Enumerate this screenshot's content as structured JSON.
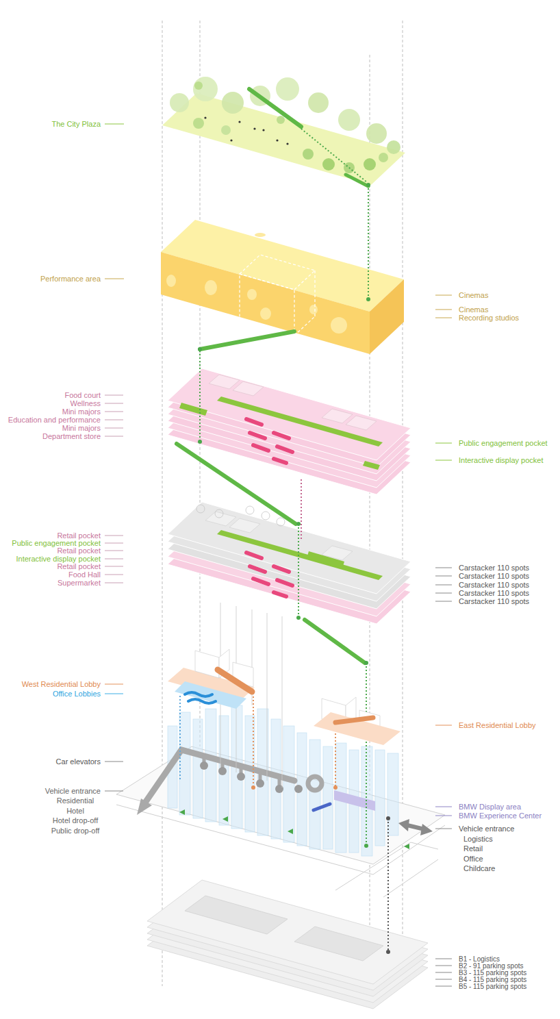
{
  "diagram": {
    "labels": [
      "The City Plaza",
      "Performance area",
      "Cinemas",
      "Cinemas",
      "Recording studios",
      "Food court",
      "Wellness",
      "Mini majors",
      "Education and performance",
      "Mini majors",
      "Department store",
      "Public engagement pocket",
      "Interactive display pocket",
      "Retail pocket",
      "Public engagement pocket",
      "Retail pocket",
      "Interactive display pocket",
      "Retail pocket",
      "Food Hall",
      "Supermarket",
      "Carstacker 110 spots",
      "Carstacker 110 spots",
      "Carstacker 110 spots",
      "Carstacker 110 spots",
      "Carstacker 110 spots",
      "West Residential Lobby",
      "Office Lobbies",
      "East Residential Lobby",
      "Car elevators",
      "Vehicle entrance",
      "Residential",
      "Hotel",
      "Hotel drop-off",
      "Public drop-off",
      "BMW Display area",
      "BMW Experience Center",
      "Vehicle entrance",
      "Logistics",
      "Retail",
      "Office",
      "Childcare",
      "B1 - Logistics",
      "B2 - 91 parking spots",
      "B3 - 115 parking spots",
      "B4 - 115 parking spots",
      "B5 - 115 parking spots"
    ]
  }
}
